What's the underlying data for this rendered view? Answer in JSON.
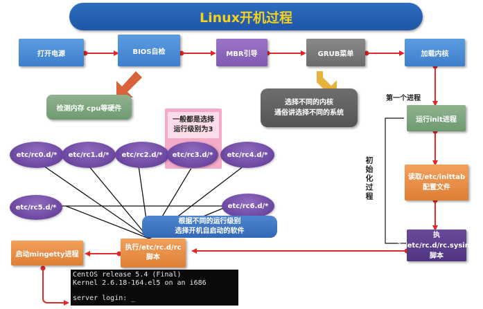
{
  "title": "Linux开机过程",
  "steps": {
    "power_on": "打开电源",
    "bios": "BIOS自检",
    "mbr": "MBR引导",
    "grub": "GRUB菜单",
    "kernel": "加载内核",
    "init": "运行init进程",
    "inittab": "读取/etc/inittab配置文件",
    "rc_sysinit": "执行/etc/rc.d/rc.sysinit脚本",
    "rc_script": "执行/etc/rc.d/rc脚本",
    "mingetty": "启动mingetty进程"
  },
  "notes": {
    "bios_detail": "检测内存 cpu等硬件",
    "grub_detail_1": "选择不同的内核",
    "grub_detail_2": "通俗讲选择不同的系统",
    "first_process": "第一个进程",
    "init_process": "初始化过程",
    "usual_runlevel_1": "一般都是选择",
    "usual_runlevel_2": "运行级别为3",
    "runlevel_desc_1": "根据不同的运行级别",
    "runlevel_desc_2": "选择开机自启动的软件"
  },
  "runlevels": [
    "etc/rc0.d/*",
    "etc/rc1.d/*",
    "etc/rc2.d/*",
    "etc/rc3.d/*",
    "etc/rc4.d/*",
    "etc/rc5.d/*",
    "etc/rc6.d/*"
  ],
  "terminal": {
    "line1": "CentOS release 5.4 (Final)",
    "line2": "Kernel 2.6.18-164.el5 on an i686",
    "line3": "server login: _"
  },
  "colors": {
    "title_bg": "#2563b4",
    "title_text": "#f5d020",
    "arrow": "#e02828",
    "step_blue": "#4a8ad8",
    "step_purple": "#8c67bf",
    "step_gray": "#777777",
    "step_green": "#7ea67f",
    "step_orange": "#e88c44"
  }
}
